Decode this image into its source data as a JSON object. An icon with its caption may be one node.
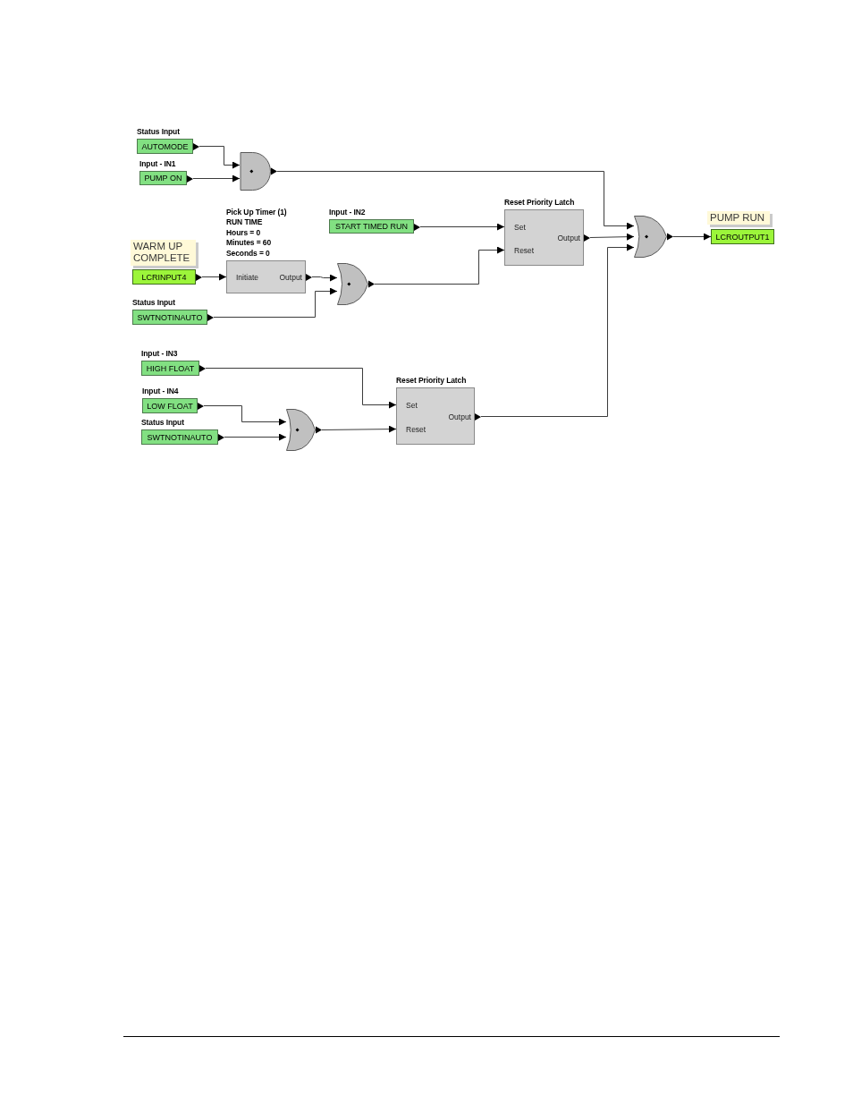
{
  "diagram": {
    "nodes": [
      {
        "text": [
          "Status Input",
          "AUTOMODE"
        ]
      },
      {
        "text": [
          "Input - IN1",
          "PUMP ON"
        ]
      },
      {
        "text": [],
        "shape": "and-gate"
      },
      {
        "text": [
          "Pick Up Timer (1)",
          "RUN TIME",
          "Hours = 0",
          "Minutes = 60",
          "Seconds = 0",
          "Initiate",
          "Output"
        ]
      },
      {
        "text": [
          "Input - IN2",
          "START TIMED RUN"
        ]
      },
      {
        "text": [
          "Reset Priority Latch",
          "Set",
          "Output",
          "Reset"
        ]
      },
      {
        "text": [],
        "shape": "or-gate"
      },
      {
        "text": [
          "PUMP RUN"
        ]
      },
      {
        "text": [
          "LCROUTPUT1"
        ]
      },
      {
        "text": [
          "WARM UP COMPLETE"
        ]
      },
      {
        "text": [
          "LCRINPUT4"
        ]
      },
      {
        "text": [],
        "shape": "or-gate"
      },
      {
        "text": [
          "Status Input",
          "SWTNOTINAUTO"
        ]
      },
      {
        "text": [
          "Input - IN3",
          "HIGH FLOAT"
        ]
      },
      {
        "text": [
          "Reset Priority Latch",
          "Set",
          "Output",
          "Reset"
        ]
      },
      {
        "text": [
          "Input - IN4",
          "LOW FLOAT"
        ]
      },
      {
        "text": [
          "Status Input",
          "SWTNOTINAUTO"
        ]
      },
      {
        "text": [],
        "shape": "or-gate"
      }
    ],
    "edges": [
      {
        "from": 0,
        "to": 2,
        "arrow": "to"
      },
      {
        "from": 1,
        "to": 2,
        "arrow": "to"
      },
      {
        "from": 2,
        "to": 6,
        "arrow": "to"
      },
      {
        "from": 4,
        "to": 5,
        "arrow": "to"
      },
      {
        "from": 10,
        "to": 3,
        "arrow": "to"
      },
      {
        "from": 3,
        "to": 11,
        "arrow": "to"
      },
      {
        "from": 12,
        "to": 11,
        "arrow": "to"
      },
      {
        "from": 11,
        "to": 5,
        "arrow": "to"
      },
      {
        "from": 5,
        "to": 6,
        "arrow": "to"
      },
      {
        "from": 6,
        "to": 8,
        "arrow": "to"
      },
      {
        "from": 13,
        "to": 14,
        "arrow": "to"
      },
      {
        "from": 15,
        "to": 17,
        "arrow": "to"
      },
      {
        "from": 16,
        "to": 17,
        "arrow": "to"
      },
      {
        "from": 17,
        "to": 14,
        "arrow": "to"
      },
      {
        "from": 14,
        "to": 6,
        "arrow": "to"
      }
    ]
  }
}
